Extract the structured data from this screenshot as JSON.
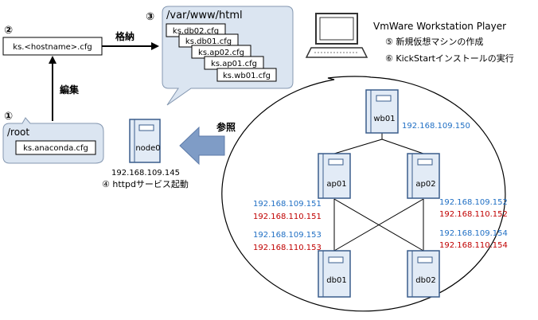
{
  "steps": {
    "s1": "①",
    "s2": "②",
    "s3": "③",
    "s4": "④ httpdサービス起動",
    "s5": "⑤ 新規仮想マシンの作成",
    "s6": "⑥ KickStartインストールの実行"
  },
  "labels": {
    "store": "格納",
    "edit": "編集",
    "ref": "参照",
    "player": "VmWare Workstation Player"
  },
  "ks_file": "ks.<hostname>.cfg",
  "root_folder": {
    "title": "/root",
    "file": "ks.anaconda.cfg"
  },
  "html_folder": {
    "title": "/var/www/html",
    "files": [
      "ks.db02.cfg",
      "ks.db01.cfg",
      "ks.ap02.cfg",
      "ks.ap01.cfg",
      "ks.wb01.cfg"
    ]
  },
  "node0": {
    "name": "node0",
    "ip": "192.168.109.145"
  },
  "servers": {
    "wb01": {
      "name": "wb01",
      "ip1": "192.168.109.150"
    },
    "ap01": {
      "name": "ap01",
      "ip1": "192.168.109.151",
      "ip2": "192.168.110.151"
    },
    "ap02": {
      "name": "ap02",
      "ip1": "192.168.109.152",
      "ip2": "192.168.110.152"
    },
    "db01": {
      "name": "db01",
      "ip1": "192.168.109.153",
      "ip2": "192.168.110.153"
    },
    "db02": {
      "name": "db02",
      "ip1": "192.168.109.154",
      "ip2": "192.168.110.154"
    }
  },
  "colors": {
    "server_fill": "#e2ebf6",
    "server_stroke": "#3a5d8c",
    "bubble_fill": "#dbe5f1",
    "bubble_stroke": "#8497b0",
    "ip_blue": "#1f6fc4",
    "ip_red": "#c00000",
    "arrow_fill": "#7f9cc6"
  }
}
